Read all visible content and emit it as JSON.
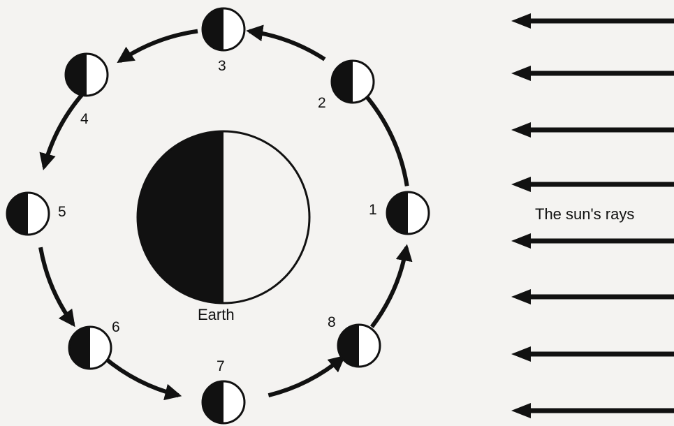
{
  "earth_label": "Earth",
  "sun_label": "The sun's rays",
  "moon_positions": [
    {
      "label": "1"
    },
    {
      "label": "2"
    },
    {
      "label": "3"
    },
    {
      "label": "4"
    },
    {
      "label": "5"
    },
    {
      "label": "6"
    },
    {
      "label": "7"
    },
    {
      "label": "8"
    }
  ],
  "colors": {
    "ink": "#111111",
    "light": "#ffffff",
    "background": "#f4f3f1"
  }
}
